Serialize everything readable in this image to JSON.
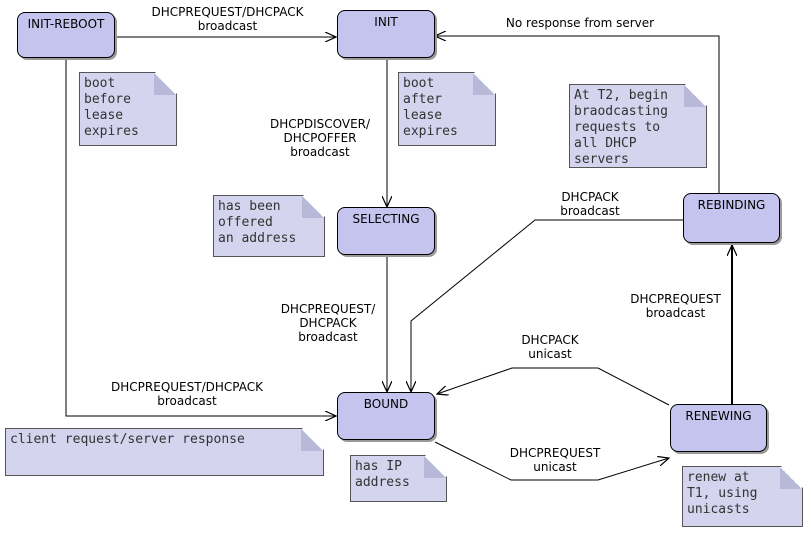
{
  "states": {
    "init_reboot": "INIT-REBOOT",
    "init": "INIT",
    "selecting": "SELECTING",
    "bound": "BOUND",
    "renewing": "RENEWING",
    "rebinding": "REBINDING"
  },
  "transitions": {
    "init_reboot_to_init": "DHCPREQUEST/DHCPACK\nbroadcast",
    "rebinding_to_init": "No response from server",
    "init_to_selecting": "DHCPDISCOVER/\nDHCPOFFER\nbroadcast",
    "selecting_to_bound": "DHCPREQUEST/\nDHCPACK\nbroadcast",
    "init_reboot_to_bound": "DHCPREQUEST/DHCPACK\nbroadcast",
    "rebinding_to_bound": "DHCPACK\nbroadcast",
    "renewing_to_bound": "DHCPACK\nunicast",
    "bound_to_renewing": "DHCPREQUEST\nunicast",
    "renewing_to_rebinding": "DHCPREQUEST\nbroadcast"
  },
  "notes": {
    "boot_before": "boot\nbefore\nlease\nexpires",
    "boot_after": "boot\nafter\nlease\nexpires",
    "t2": "At T2, begin\nbraodcasting\nrequests to\nall DHCP\nservers",
    "offered": "has been\noffered\nan address",
    "legend": "client request/server response",
    "has_ip": "has IP\naddress",
    "t1": "renew at\nT1, using\nunicasts"
  }
}
